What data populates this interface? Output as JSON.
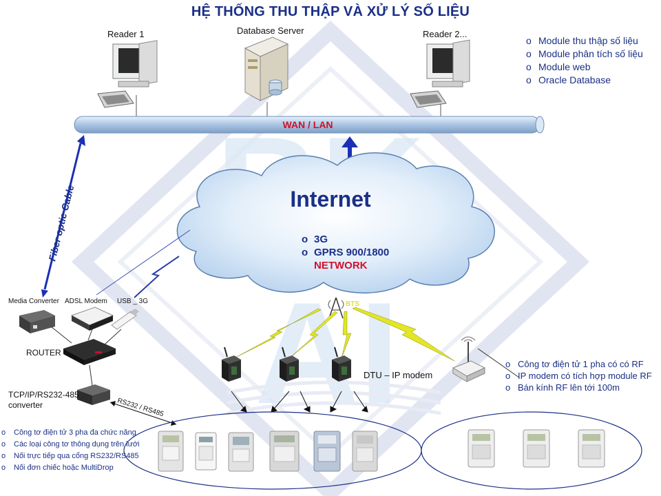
{
  "title": "HỆ THỐNG THU THẬP VÀ XỬ LÝ SỐ LIỆU",
  "watermark": "BK AI",
  "top": {
    "reader1": "Reader 1",
    "database_server": "Database Server",
    "reader2": "Reader 2..."
  },
  "modules": [
    "Module thu thập số liệu",
    "Module phân tích số liệu",
    "Module web",
    "Oracle Database"
  ],
  "wan_lan": "WAN / LAN",
  "fiber_label": "Fiber optic Cable",
  "internet": {
    "title": "Internet",
    "items": [
      "3G",
      "GPRS 900/1800"
    ],
    "network": "NETWORK"
  },
  "devices": {
    "media_converter": "Media Converter",
    "adsl_modem": "ADSL Modem",
    "usb_3g": "USB _ 3G",
    "router": "ROUTER",
    "converter_line1": "TCP/IP/RS232-485",
    "converter_line2": "converter",
    "rs_label": "RS232 / RS485",
    "bts": "BTS",
    "dtu": "DTU – IP modem"
  },
  "meters_notes": [
    "Công tơ điện tử 3 pha đa chức năng",
    "Các loại công tơ thông dụng trên lưới",
    "Nối trực tiếp qua cổng RS232/RS485",
    "Nối đơn chiếc hoặc MultiDrop"
  ],
  "rf_notes": [
    "Công tơ điện tử 1 pha có  có RF",
    "IP modem có tích hợp module RF",
    "Bán kính RF lên tới 100m"
  ],
  "colors": {
    "title": "#1a2f86",
    "accent_red": "#d1102a",
    "cloud": "#cfe4f7",
    "bus": "#bcd3ea",
    "arrow": "#1b2fb5",
    "lightning": "#e2e624"
  }
}
